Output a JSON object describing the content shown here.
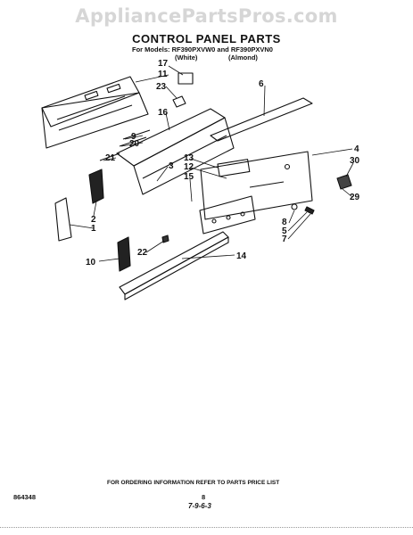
{
  "watermark": "AppliancePartsPros.com",
  "title": "CONTROL PANEL PARTS",
  "models_line": "For Models: RF390PXVW0 and RF390PXVN0",
  "white_label": "(White)",
  "almond_label": "(Almond)",
  "callouts": [
    "17",
    "11",
    "23",
    "6",
    "16",
    "9",
    "20",
    "21",
    "3",
    "13",
    "12",
    "15",
    "4",
    "30",
    "29",
    "2",
    "1",
    "8",
    "5",
    "7",
    "22",
    "10",
    "14"
  ],
  "ordering_note": "FOR ORDERING INFORMATION REFER TO PARTS PRICE LIST",
  "part_number": "864348",
  "page_number": "8",
  "revision": "7-9-6-3"
}
